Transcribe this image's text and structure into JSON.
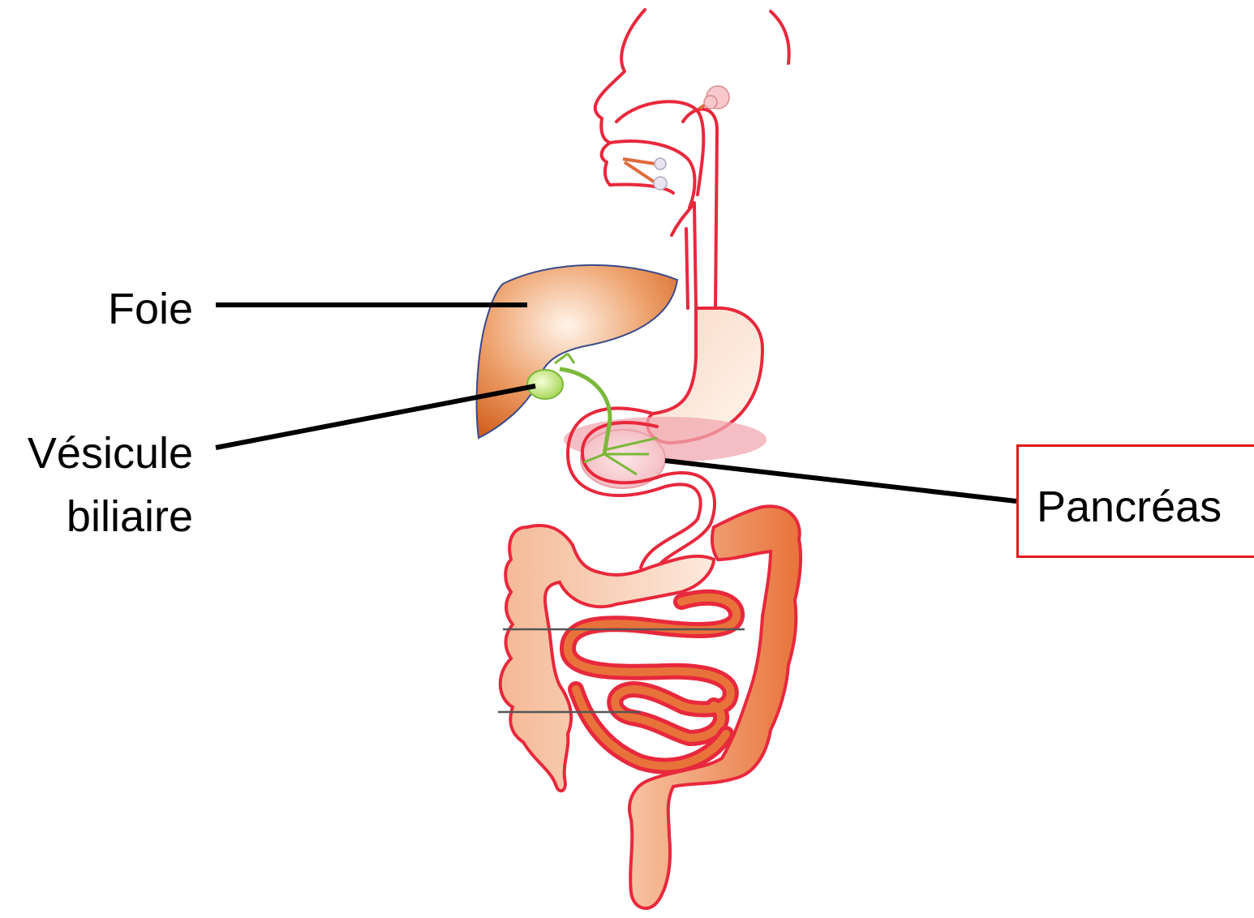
{
  "labels": {
    "foie": "Foie",
    "vesicule_line1": "Vésicule",
    "vesicule_line2": "biliaire",
    "pancreas": "Pancréas"
  },
  "colors": {
    "outline": "#e8283c",
    "liver": "#dd7a3a",
    "colon": "#e87a40",
    "gallbladder": "#8cc83a",
    "highlight_box": "#e31b1b",
    "leader_line": "#000000"
  }
}
